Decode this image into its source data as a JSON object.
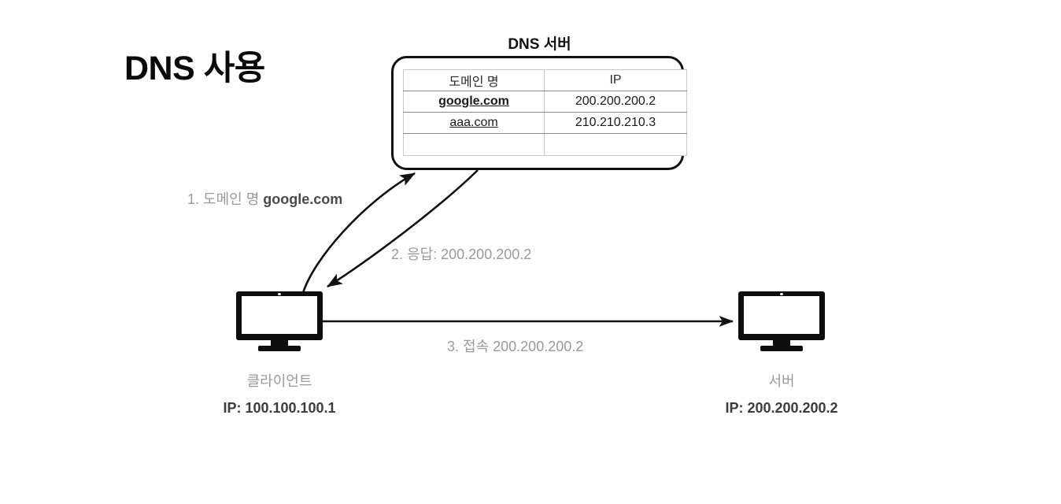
{
  "title": "DNS 사용",
  "dns_server": {
    "caption": "DNS 서버",
    "table": {
      "headers": [
        "도메인 명",
        "IP"
      ],
      "rows": [
        {
          "domain": "google.com",
          "ip": "200.200.200.2",
          "bold": true
        },
        {
          "domain": "aaa.com",
          "ip": "210.210.210.3",
          "bold": false
        },
        {
          "domain": "",
          "ip": "",
          "bold": false
        }
      ]
    }
  },
  "nodes": {
    "client": {
      "name": "클라이언트",
      "ip": "IP: 100.100.100.1",
      "icon": "desktop-monitor-icon"
    },
    "server": {
      "name": "서버",
      "ip": "IP: 200.200.200.2",
      "icon": "desktop-monitor-icon"
    }
  },
  "steps": [
    {
      "id": "step1",
      "prefix": "1. 도메인 명 ",
      "emphasis": "google.com",
      "full": "1. 도메인 명 google.com"
    },
    {
      "id": "step2",
      "text": "2. 응답: 200.200.200.2"
    },
    {
      "id": "step3",
      "text": "3. 접속 200.200.200.2"
    }
  ],
  "colors": {
    "ink": "#0d0d0d",
    "label_gray": "#9a9a9a",
    "ip_gray": "#3c3c3c",
    "table_line": "#8a8a8a",
    "table_border": "#c9c9c9"
  }
}
